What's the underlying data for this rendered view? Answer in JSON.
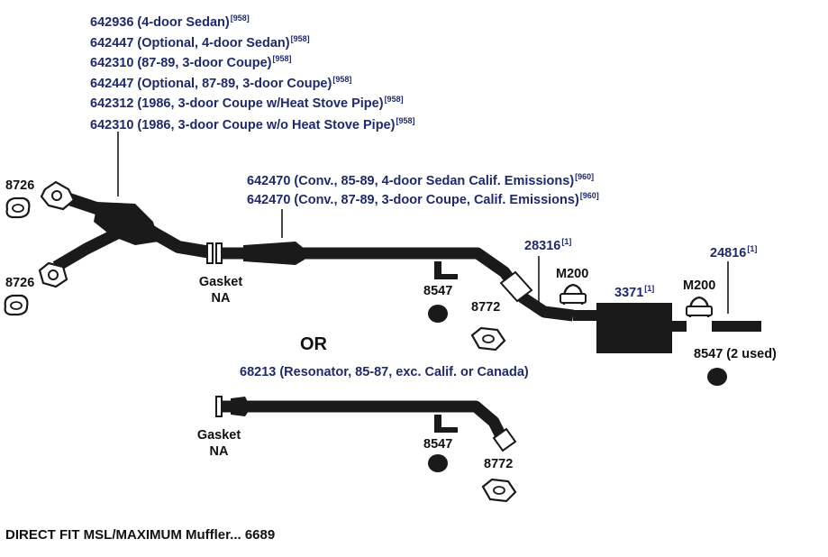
{
  "colors": {
    "part_number": "#1f2a6b",
    "text": "#111111",
    "line": "#1a1a1a"
  },
  "header_parts": [
    {
      "text": "642936 (4-door Sedan)",
      "ref": "[958]"
    },
    {
      "text": "642447 (Optional, 4-door Sedan)",
      "ref": "[958]"
    },
    {
      "text": "642310 (87-89, 3-door Coupe)",
      "ref": "[958]"
    },
    {
      "text": "642447 (Optional, 87-89, 3-door Coupe)",
      "ref": "[958]"
    },
    {
      "text": "642312 (1986, 3-door Coupe w/Heat Stove Pipe)",
      "ref": "[958]"
    },
    {
      "text": "642310 (1986, 3-door Coupe w/o Heat Stove Pipe)",
      "ref": "[958]"
    }
  ],
  "converter_parts": [
    {
      "text": "642470 (Conv., 85-89, 4-door Sedan Calif. Emissions)",
      "ref": "[960]"
    },
    {
      "text": "642470 (Conv., 87-89, 3-door Coupe, Calif. Emissions)",
      "ref": "[960]"
    }
  ],
  "labels": {
    "gasket_8726_top": "8726",
    "gasket_8726_bottom": "8726",
    "gasket_na_1_line1": "Gasket",
    "gasket_na_1_line2": "NA",
    "hanger_8547_1": "8547",
    "gasket_8772_1": "8772",
    "pipe_28316": "28316",
    "pipe_28316_ref": "[1]",
    "clamp_m200_1": "M200",
    "muffler_3371": "3371",
    "muffler_3371_ref": "[1]",
    "clamp_m200_2": "M200",
    "tailpipe_24816": "24816",
    "tailpipe_24816_ref": "[1]",
    "hanger_8547_2used": "8547 (2 used)",
    "or": "OR",
    "resonator": "68213 (Resonator, 85-87, exc. Calif. or Canada)",
    "gasket_na_2_line1": "Gasket",
    "gasket_na_2_line2": "NA",
    "hanger_8547_3": "8547",
    "gasket_8772_2": "8772",
    "footer": "DIRECT FIT MSL/MAXIMUM Muffler... 6689"
  }
}
